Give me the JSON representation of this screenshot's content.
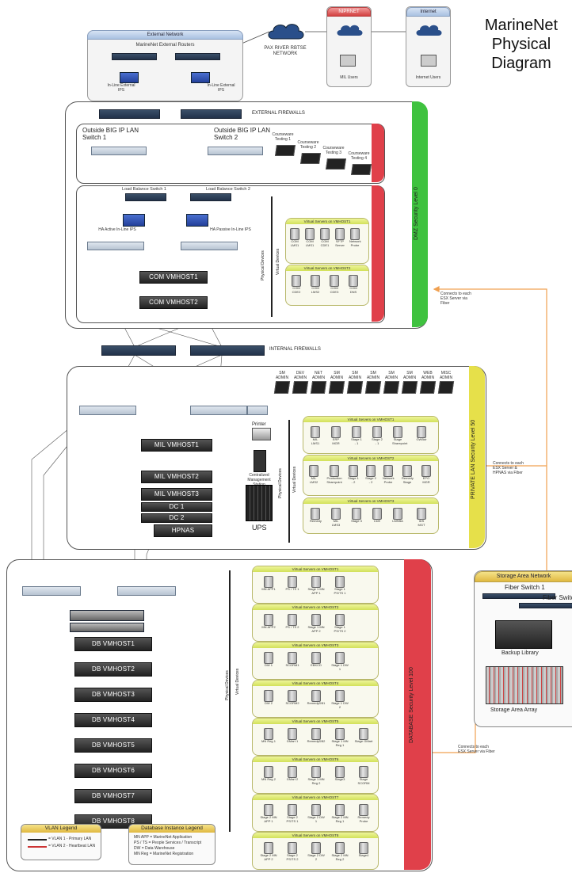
{
  "title": [
    "MarineNet",
    "Physical",
    "Diagram"
  ],
  "external_network": {
    "header": "External Network",
    "routers_label": "MarineNet External Routers",
    "ips1": "In-Line External IPS",
    "ips2": "In-Line External IPS"
  },
  "pax_river": "PAX RIVER RBTSE NETWORK",
  "nipr": {
    "header": "NIPRNET",
    "users": "MIL Users"
  },
  "internet": {
    "header": "Internet",
    "users": "Internet Users"
  },
  "dmz": {
    "zone_label": "DMZ Security Level 0",
    "external_firewalls": "EXTERNAL FIREWALLS",
    "bigip1": "Outside BIG IP LAN Switch 1",
    "bigip2": "Outside BIG IP LAN Switch 2",
    "courseware": [
      "Courseware Testing 1",
      "Courseware Testing 2",
      "Courseware Testing 3",
      "Courseware Testing 4"
    ],
    "lb1": "Load Balance Switch 1",
    "lb2": "Load Balance Switch 2",
    "ips_active": "HA Active In-Line IPS",
    "ips_passive": "HA Passive In-Line IPS",
    "hosts": [
      "COM VMHOST1",
      "COM VMHOST2"
    ],
    "physical_devices": "Physical Devices",
    "virtual_devices": "Virtual Devices",
    "vm_groups": [
      {
        "head": "Virtual Servers on VMHOST1",
        "vms": [
          "COM LMS1",
          "COM LMS1",
          "COM CDE1",
          "SFTP Server",
          "Network Probe"
        ]
      },
      {
        "head": "Virtual Servers on VMHOST2",
        "vms": [
          "COM CDE2",
          "COM LMS2",
          "COM CDE3",
          "COM DNS"
        ]
      }
    ],
    "connects_note": "Connects to each ESX Server via Fiber"
  },
  "internal_firewalls": "INTERNAL FIREWALLS",
  "private": {
    "zone_label": "PRIVATE LAN Security Level 50",
    "admin_labels": [
      "SM ADMIN",
      "DEV ADMIN",
      "NET ADMIN",
      "SM ADMIN",
      "SM ADMIN",
      "SM ADMIN",
      "SM ADMIN",
      "SM ADMIN",
      "WEB ADMIN",
      "MISC ADMIN"
    ],
    "hosts": [
      "MIL VMHOST1",
      "MIL VMHOST2",
      "MIL VMHOST3",
      "DC 1",
      "DC 2",
      "HPNAS"
    ],
    "printer": "Printer",
    "ups": "UPS",
    "mgmt": "Centralized Management Station",
    "physical_devices": "Physical Devices",
    "virtual_devices": "Virtual Devices",
    "vm_groups": [
      {
        "head": "Virtual Servers on VMHOST1",
        "vms": [
          "MIL LMS1",
          "ERP MGR",
          "Stage 1 - 1",
          "Stage 2 - 1",
          "Stage Sharepoint",
          "GWBdr"
        ]
      },
      {
        "head": "Virtual Servers on VMHOST2",
        "vms": [
          "MIL LMS2",
          "Production Sharepoint",
          "Stage 1 - 2",
          "Stage 2 - 2",
          "Network Probe",
          "Remedy Stage",
          "EPO MGR"
        ]
      },
      {
        "head": "Virtual Servers on VMHOST3",
        "vms": [
          "Remedy",
          "MIL LMS3",
          "Stage 3",
          "CDE",
          "LMSBA",
          "IDS MGT"
        ]
      }
    ],
    "connects_note": "Connects to each ESX Server & HPNAS via Fiber"
  },
  "database": {
    "zone_label": "DATABASE Security Level 100",
    "hosts": [
      "DB VMHOST1",
      "DB VMHOST2",
      "DB VMHOST3",
      "DB VMHOST4",
      "DB VMHOST5",
      "DB VMHOST6",
      "DB VMHOST7",
      "DB VMHOST8"
    ],
    "physical_devices": "Physical Devices",
    "virtual_devices": "Virtual Devices",
    "vm_groups": [
      {
        "head": "Virtual Servers on VMHOST1",
        "vms": [
          "MN APP1",
          "PS / TS 1",
          "Stage 1 MN APP 1",
          "Stage 1 PS/TS 1"
        ]
      },
      {
        "head": "Virtual Servers on VMHOST2",
        "vms": [
          "MN APP2",
          "PS / TS 2",
          "Stage 1 MN APP 2",
          "Stage 1 PS/TS 2"
        ]
      },
      {
        "head": "Virtual Servers on VMHOST3",
        "vms": [
          "DW 1",
          "SCORM1",
          "EBKCD",
          "Stage 1 DW 1"
        ]
      },
      {
        "head": "Virtual Servers on VMHOST4",
        "vms": [
          "DW 2",
          "SCORM2",
          "RemedyDB1",
          "Stage 1 DW 2"
        ]
      },
      {
        "head": "Virtual Servers on VMHOST5",
        "vms": [
          "MN Reg 1",
          "GMart 1",
          "RemedyDB2",
          "Stage 1 MN Reg 1",
          "Stage GMart"
        ]
      },
      {
        "head": "Virtual Servers on VMHOST6",
        "vms": [
          "MN Reg 2",
          "GMart 2",
          "Stage 1 MN Reg 2",
          "Stage3",
          "Stage SCORM"
        ]
      },
      {
        "head": "Virtual Servers on VMHOST7",
        "vms": [
          "Stage 2 MN APP 1",
          "Stage 2 PS/TS 1",
          "Stage 2 DW 1",
          "Stage 2 MN Reg 1",
          "Remedy Probe"
        ]
      },
      {
        "head": "Virtual Servers on VMHOST8",
        "vms": [
          "Stage 2 MN APP 2",
          "Stage 2 PS/TS 2",
          "Stage 2 DW 2",
          "Stage 2 MN Reg 2",
          "Stage4"
        ]
      }
    ],
    "connects_note": "Connects to each ESX Server via Fiber"
  },
  "san": {
    "header": "Storage Area Network",
    "fiber1": "Fiber Switch 1",
    "fiber2": "Fiber Switch",
    "backup": "Backup Library",
    "array": "Storage Area Array"
  },
  "vlan_legend": {
    "header": "VLAN Legend",
    "items": [
      "= VLAN 1 - Primary LAN",
      "= VLAN 2 - Heartbeat LAN"
    ]
  },
  "db_legend": {
    "header": "Database Instance Legend",
    "items": [
      "MN APP = MarineNet Application",
      "PS / TS = People Services / Transcript",
      "DW = Data Warehouse",
      "MN Reg = MarineNet Registration"
    ]
  },
  "colors": {
    "dmz_bar": "#3fc23f",
    "private_bar": "#e6e04a",
    "db_bar": "#e0404a",
    "red_bar": "#e0404a",
    "fiber": "#f0a050"
  }
}
